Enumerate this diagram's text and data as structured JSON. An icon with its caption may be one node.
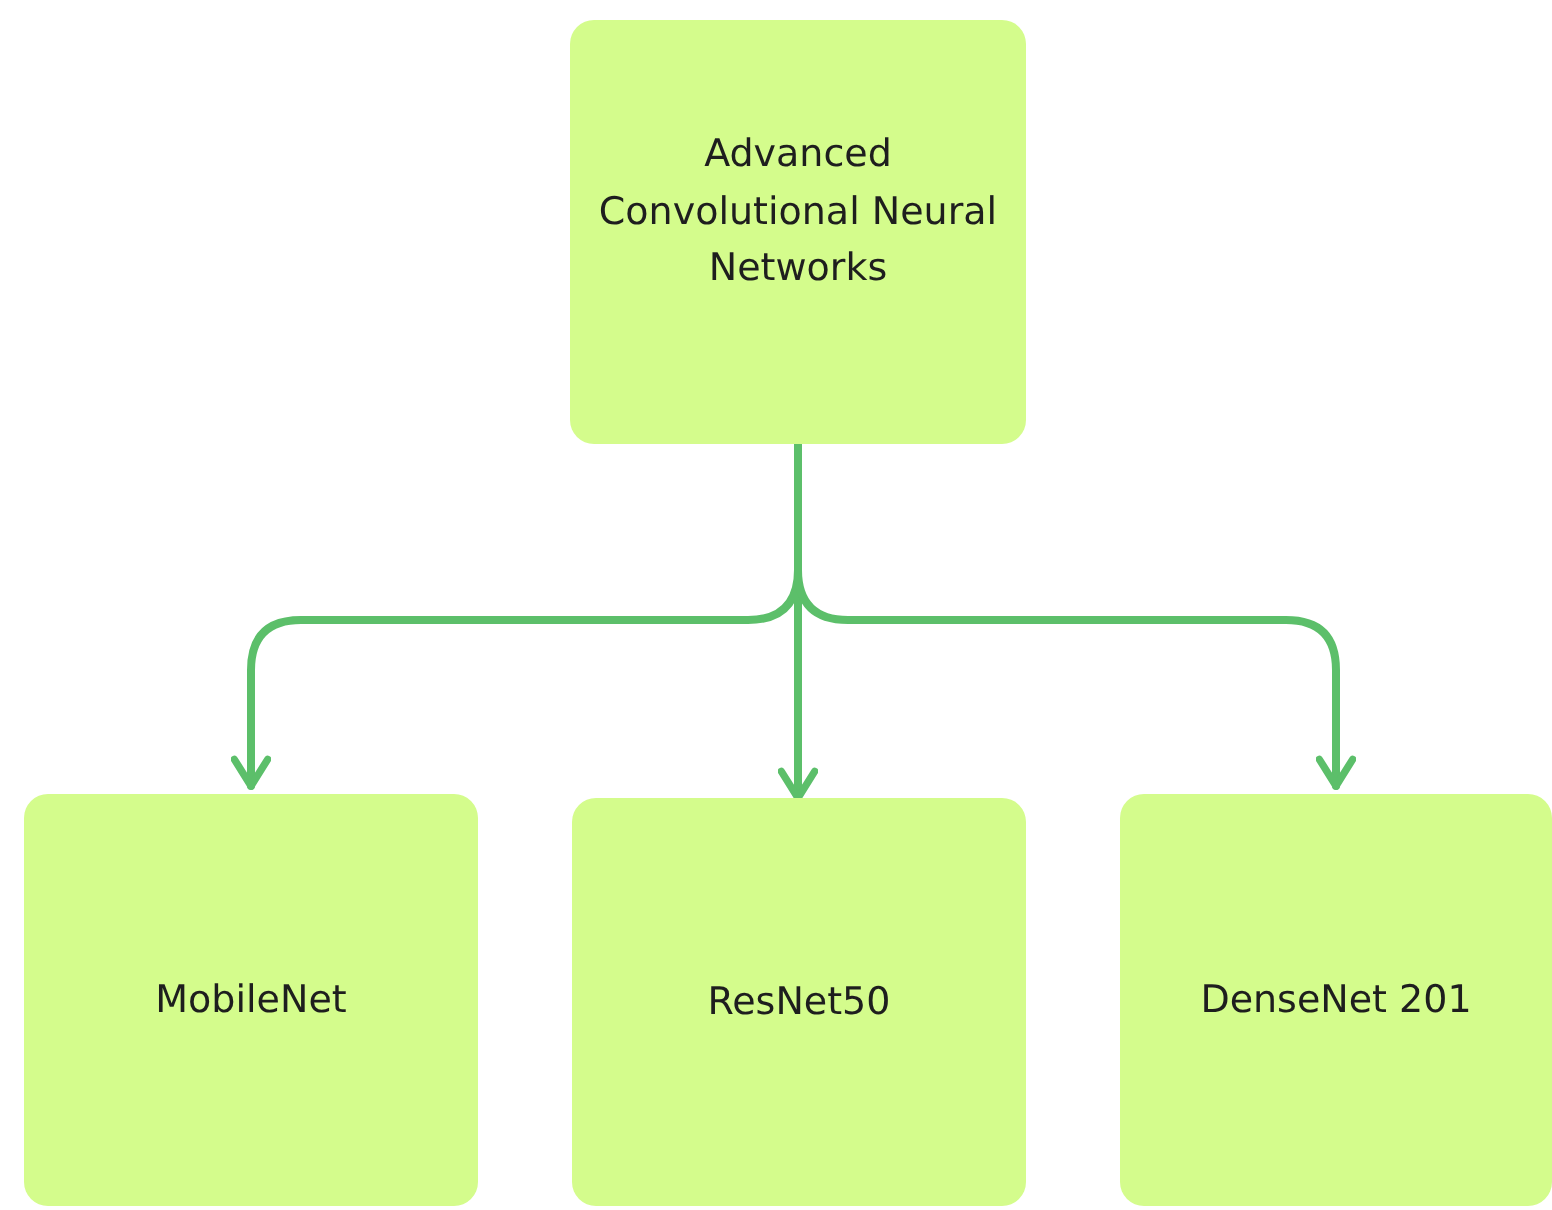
{
  "diagram": {
    "nodes": [
      {
        "text": [
          "Advanced Convolutional Neural Networks"
        ]
      },
      {
        "text": [
          "MobileNet"
        ]
      },
      {
        "text": [
          "ResNet50"
        ]
      },
      {
        "text": [
          "DenseNet 201"
        ]
      }
    ],
    "edges": [
      {
        "from": 0,
        "to": 1,
        "arrow": "to"
      },
      {
        "from": 0,
        "to": 2,
        "arrow": "to"
      },
      {
        "from": 0,
        "to": 3,
        "arrow": "to"
      }
    ]
  }
}
